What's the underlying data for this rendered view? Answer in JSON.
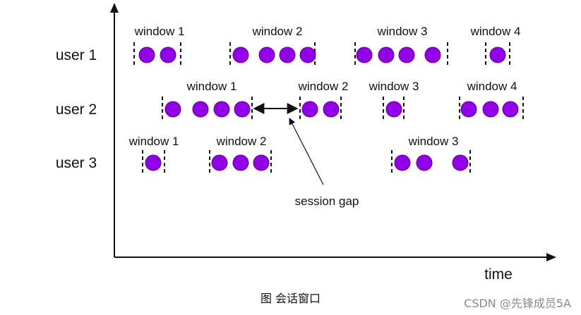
{
  "diagram": {
    "users": [
      {
        "label": "user 1",
        "windows": [
          {
            "label": "window 1",
            "dots": 2
          },
          {
            "label": "window 2",
            "dots": 4
          },
          {
            "label": "window 3",
            "dots": 4
          },
          {
            "label": "window 4",
            "dots": 1
          }
        ]
      },
      {
        "label": "user 2",
        "windows": [
          {
            "label": "window 1",
            "dots": 4
          },
          {
            "label": "window 2",
            "dots": 2
          },
          {
            "label": "window 3",
            "dots": 1
          },
          {
            "label": "window 4",
            "dots": 3
          }
        ]
      },
      {
        "label": "user 3",
        "windows": [
          {
            "label": "window 1",
            "dots": 1
          },
          {
            "label": "window 2",
            "dots": 3
          },
          {
            "label": "window 3",
            "dots": 3
          }
        ]
      }
    ],
    "session_gap_label": "session gap",
    "time_axis_label": "time",
    "dot_color": "#9100e6",
    "dot_stroke": "#5a0099"
  },
  "caption": "图  会话窗口",
  "watermark": "CSDN @先锋成员5A"
}
